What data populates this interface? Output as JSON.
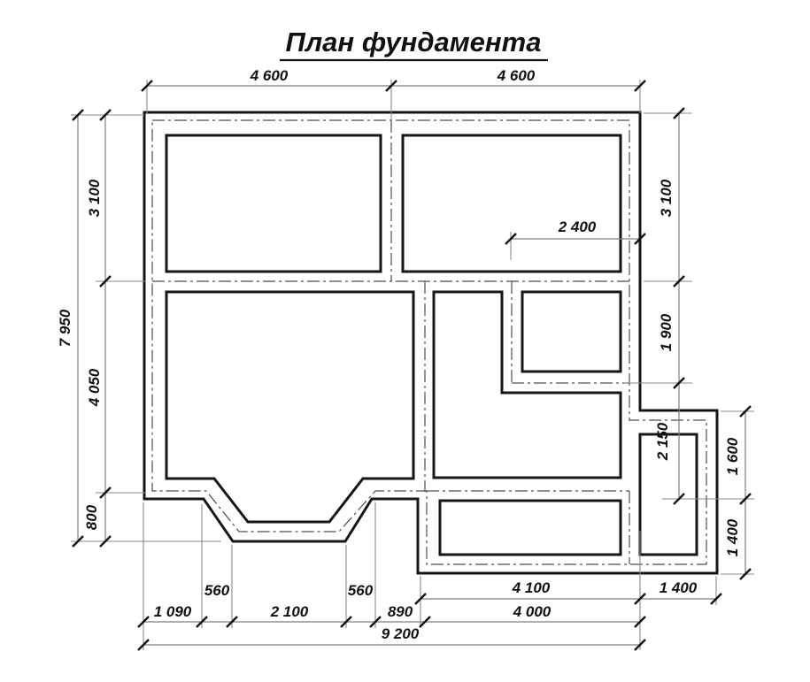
{
  "title": "План фундамента",
  "colors": {
    "ink": "#161616",
    "dimension_line": "#7e7e7e",
    "background": "#ffffff"
  },
  "dims": {
    "top": [
      "4 600",
      "4 600"
    ],
    "left_total": "7 950",
    "left": [
      "3 100",
      "4 050",
      "800"
    ],
    "right": [
      "3 100",
      "1 900",
      "2 150"
    ],
    "bump": [
      "1 600",
      "1 400"
    ],
    "inner_width": "2 400",
    "bottom_row1": [
      "4 100",
      "1 400"
    ],
    "bottom_row2": [
      "1 090",
      "560",
      "2 100",
      "560",
      "890",
      "4 000"
    ],
    "bottom_total": "9 200"
  }
}
